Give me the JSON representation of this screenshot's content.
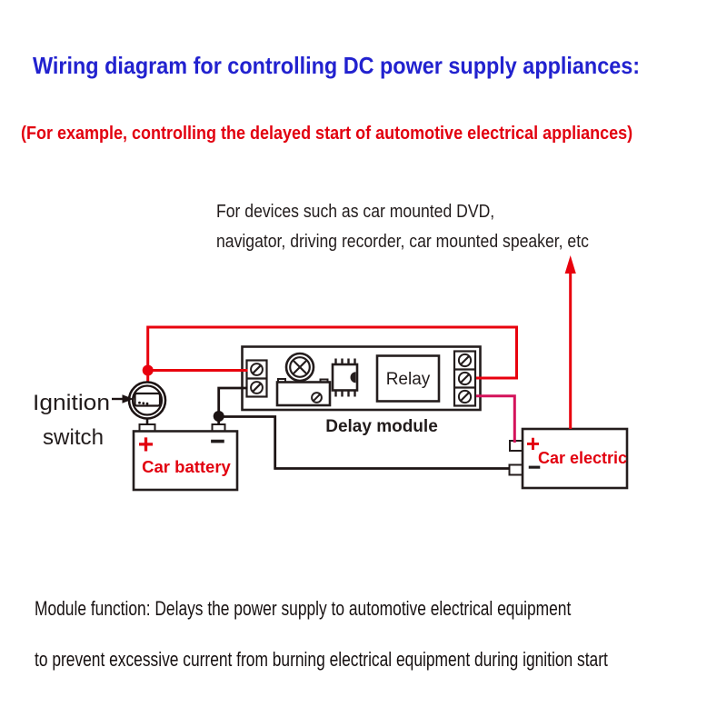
{
  "title": "Wiring diagram for controlling DC power supply appliances:",
  "subtitle": "(For example, controlling the delayed start of automotive electrical appliances)",
  "devices_note": {
    "line1": "For devices such as car mounted DVD,",
    "line2": "navigator, driving recorder, car mounted speaker, etc"
  },
  "diagram": {
    "components": {
      "ignition_switch": {
        "label_line1": "Ignition",
        "label_line2": "switch"
      },
      "car_battery": {
        "label": "Car battery",
        "plus": "+",
        "minus": "−"
      },
      "delay_module": {
        "label": "Delay module",
        "relay_label": "Relay"
      },
      "car_electric": {
        "label": "Car electric",
        "plus": "+",
        "minus": "−"
      }
    },
    "colors": {
      "wire_red": "#e8000d",
      "wire_crimson": "#d4125a",
      "wire_black": "#1c1313",
      "title_blue": "#2222cf",
      "accent_red": "#e2000f",
      "text_black": "#221c1c"
    }
  },
  "footer": {
    "line1": "Module function: Delays the power supply to automotive electrical equipment",
    "line2": "to prevent excessive current from burning electrical equipment during ignition start"
  }
}
